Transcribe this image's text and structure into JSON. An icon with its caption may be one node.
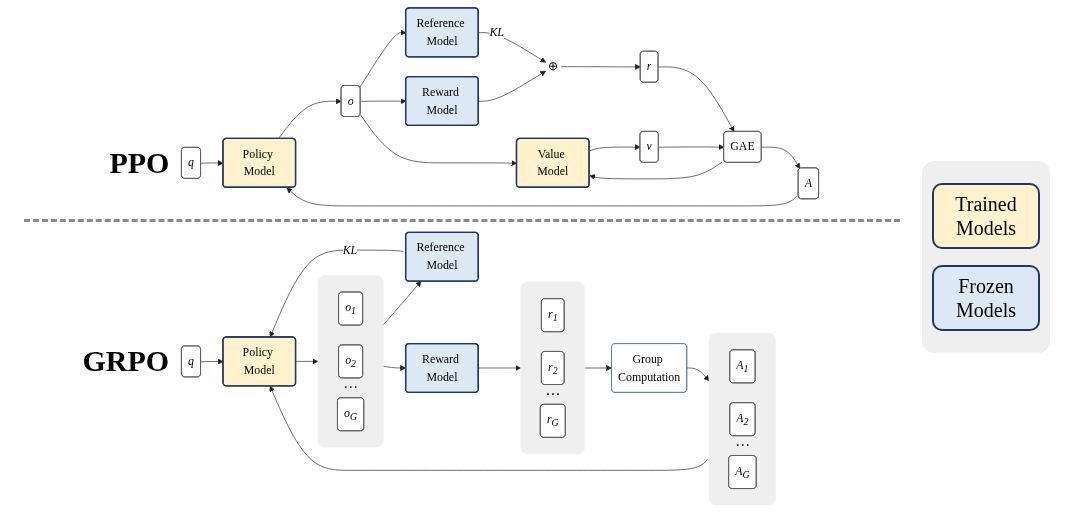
{
  "diagram": {
    "nodes": [
      {
        "text": [
          "q"
        ]
      },
      {
        "text": [
          "Policy Model"
        ]
      },
      {
        "text": [
          "o"
        ]
      },
      {
        "text": [
          "Reference Model"
        ]
      },
      {
        "text": [
          "Reward Model"
        ]
      },
      {
        "text": [
          "Value Model"
        ]
      },
      {
        "text": [
          "⊕"
        ]
      },
      {
        "text": [
          "r"
        ]
      },
      {
        "text": [
          "v"
        ]
      },
      {
        "text": [
          "GAE"
        ]
      },
      {
        "text": [
          "A"
        ]
      },
      {
        "text": [
          "q"
        ]
      },
      {
        "text": [
          "Policy Model"
        ]
      },
      {
        "text": [],
        "shape": "box"
      },
      {
        "text": [
          "o$_{1}$"
        ],
        "in": 13
      },
      {
        "text": [
          "o$_{2}$"
        ],
        "in": 13
      },
      {
        "text": [
          "o$_{G}$"
        ],
        "in": 13
      },
      {
        "text": [
          "Reference Model"
        ]
      },
      {
        "text": [
          "Reward Model"
        ]
      },
      {
        "text": [],
        "shape": "box"
      },
      {
        "text": [
          "r$_{1}$"
        ],
        "in": 19
      },
      {
        "text": [
          "r$_{2}$"
        ],
        "in": 19
      },
      {
        "text": [
          "r$_{G}$"
        ],
        "in": 19
      },
      {
        "text": [
          "Group Computation"
        ]
      },
      {
        "text": [],
        "shape": "box"
      },
      {
        "text": [
          "A$_{1}$"
        ],
        "in": 24
      },
      {
        "text": [
          "A$_{2}$"
        ],
        "in": 24
      },
      {
        "text": [
          "A$_{G}$"
        ],
        "in": 24
      }
    ],
    "edges": [
      {
        "from": 0,
        "to": 1,
        "arrow": "to"
      },
      {
        "from": 1,
        "to": 2,
        "arrow": "to"
      },
      {
        "from": 2,
        "to": 3,
        "arrow": "to"
      },
      {
        "from": 2,
        "to": 4,
        "arrow": "to"
      },
      {
        "from": 2,
        "to": 5,
        "arrow": "to"
      },
      {
        "from": 3,
        "to": 6,
        "arrow": "to",
        "label": "KL"
      },
      {
        "from": 4,
        "to": 6,
        "arrow": "to"
      },
      {
        "from": 6,
        "to": 7,
        "arrow": "to"
      },
      {
        "from": 5,
        "to": 8,
        "arrow": "to"
      },
      {
        "from": 7,
        "to": 9,
        "arrow": "to"
      },
      {
        "from": 8,
        "to": 9,
        "arrow": "to"
      },
      {
        "from": 9,
        "to": 10,
        "arrow": "to"
      },
      {
        "from": 10,
        "to": 1,
        "arrow": "to"
      },
      {
        "from": 9,
        "to": 5,
        "arrow": "to"
      },
      {
        "from": 11,
        "to": 12,
        "arrow": "to"
      },
      {
        "from": 12,
        "to": 13,
        "arrow": "to"
      },
      {
        "from": 13,
        "to": 17,
        "arrow": "to"
      },
      {
        "from": 13,
        "to": 18,
        "arrow": "to"
      },
      {
        "from": 17,
        "to": 12,
        "arrow": "to",
        "label": "KL"
      },
      {
        "from": 18,
        "to": 19,
        "arrow": "to"
      },
      {
        "from": 19,
        "to": 23,
        "arrow": "to"
      },
      {
        "from": 23,
        "to": 24,
        "arrow": "to"
      },
      {
        "from": 24,
        "to": 12,
        "arrow": "to"
      }
    ],
    "labels": [
      "PPO",
      "GRPO",
      "⋯",
      "⋯",
      "⋯"
    ],
    "legend": [
      {
        "text": "Trained Models",
        "color": "#fff2cc"
      },
      {
        "text": "Frozen Models",
        "color": "#dde8f5"
      }
    ]
  }
}
